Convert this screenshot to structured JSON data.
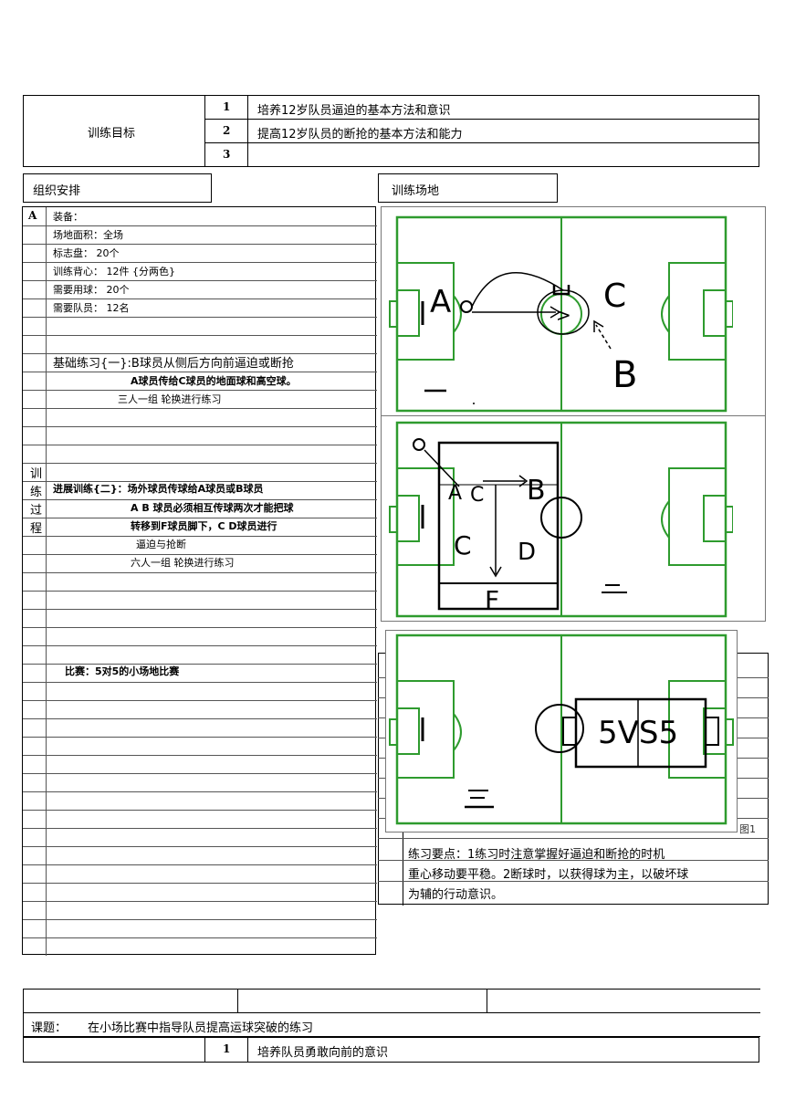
{
  "top_table": {
    "label": "训练目标",
    "rows": [
      {
        "num": "1",
        "text": "培养12岁队员逼迫的基本方法和意识"
      },
      {
        "num": "2",
        "text": "提高12岁队员的断抢的基本方法和能力"
      },
      {
        "num": "3",
        "text": ""
      }
    ]
  },
  "org_header": "组织安排",
  "field_header": "训练场地",
  "left_col": {
    "marker_a": "A",
    "vertical_label": [
      "训",
      "练",
      "过",
      "程"
    ],
    "lines": [
      "装备：",
      "场地面积：全场",
      "标志盘：  20个",
      "训练背心：  12件  {分两色}",
      "需要用球：  20个",
      "需要队员：  12名",
      "基础练习{一}:B球员从侧后方向前逼迫或断抢",
      "A球员传给C球员的地面球和高空球。",
      "三人一组   轮换进行练习",
      "进展训练{二}：场外球员传球给A球员或B球员",
      "A B  球员必须相互传球两次才能把球",
      "转移到F球员脚下，C D球员进行",
      "逼迫与抢断",
      "六人一组   轮换进行练习",
      "比赛：5对5的小场地比赛"
    ]
  },
  "diagrams": {
    "d1": {
      "labels": [
        "A",
        "C",
        "B"
      ]
    },
    "d2": {
      "labels": [
        "A",
        "C",
        "B",
        "C",
        "D",
        "F"
      ]
    },
    "d3": {
      "labels": [
        "5VS5"
      ]
    },
    "figure_label": "图1"
  },
  "key_points": [
    "练习要点：1练习时注意掌握好逼迫和断抢的时机",
    "重心移动要平稳。2断球时，以获得球为主，以破坏球",
    "为辅的行动意识。"
  ],
  "bottom": {
    "topic_label": "课题：",
    "topic_text": "在小场比赛中指导队员提高运球突破的练习",
    "row_num": "1",
    "row_text": "培养队员勇敢向前的意识"
  },
  "colors": {
    "field_line": "#2e9b2e",
    "ink": "#000000"
  }
}
